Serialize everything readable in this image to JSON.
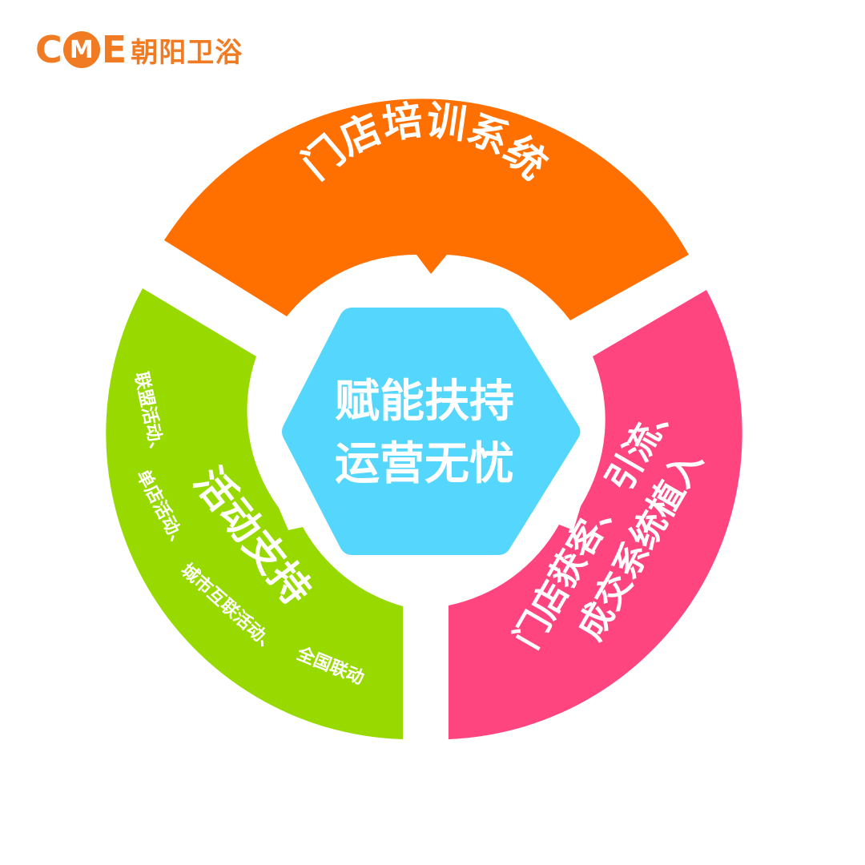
{
  "logo": {
    "letter_c": "C",
    "letter_m": "M",
    "letter_e": "E",
    "brand_cn": "朝阳卫浴"
  },
  "center": {
    "line1": "赋能扶持",
    "line2": "运营无忧"
  },
  "segments": {
    "top": {
      "title": "门店培训系统"
    },
    "left": {
      "title": "活动支持",
      "sub1": "联盟活动、",
      "sub2": "单店活动、",
      "sub3": "城市互联活动、",
      "sub4": "全国联动"
    },
    "right": {
      "line1": "引流、",
      "line2": "门店获客、",
      "line3": "成交系统植入"
    }
  },
  "colors": {
    "brand": "#f07b22",
    "top_segment": "#ff7000",
    "left_segment": "#98da00",
    "right_segment": "#ff4580",
    "center_hexagon": "#55d6fc",
    "text": "#ffffff"
  }
}
